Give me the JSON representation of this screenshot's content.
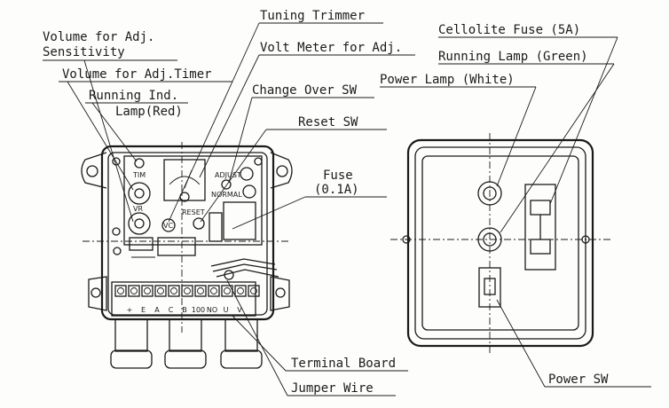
{
  "labels": {
    "tuning_trimmer": "Tuning Trimmer",
    "volume_sensitivity_1": "Volume for Adj.",
    "volume_sensitivity_2": "Sensitivity",
    "volt_meter": "Volt Meter for Adj.",
    "volume_timer": "Volume for Adj.Timer",
    "change_over_sw": "Change Over SW",
    "running_ind_1": "Running Ind.",
    "running_ind_2": "Lamp(Red)",
    "reset_sw": "Reset SW",
    "fuse_1": "Fuse",
    "fuse_2": "(0.1A)",
    "terminal_board": "Terminal Board",
    "jumper_wire": "Jumper Wire",
    "cellolite_fuse": "Cellolite Fuse (5A)",
    "running_lamp_green": "Running Lamp (Green)",
    "power_lamp_white": "Power Lamp (White)",
    "power_sw": "Power SW"
  },
  "panel_text": {
    "tim": "TIM",
    "vr": "VR",
    "vc": "VC",
    "adjust": "ADJUST",
    "normal": "NORMAL",
    "reset": "RESET"
  },
  "terminals": [
    "+",
    "E",
    "A",
    "C",
    "B",
    "100",
    "NO",
    "U",
    "V"
  ]
}
